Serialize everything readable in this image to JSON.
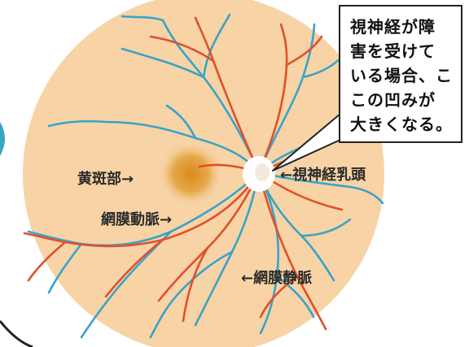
{
  "labels": {
    "macula": "黄斑部→",
    "retinal_artery": "網膜動脈→",
    "optic_disc": "←視神経乳頭",
    "retinal_vein": "←網膜静脈"
  },
  "callout": {
    "lines": [
      "視神経が障",
      "害を受けて",
      "いる場合、こ",
      "この凹みが",
      "大きくなる。"
    ]
  },
  "colors": {
    "fundus": "#f7d3a6",
    "artery": "#e0502a",
    "vein": "#3aa3c8",
    "macula": "#e3a030",
    "disc": "#ffffff"
  }
}
